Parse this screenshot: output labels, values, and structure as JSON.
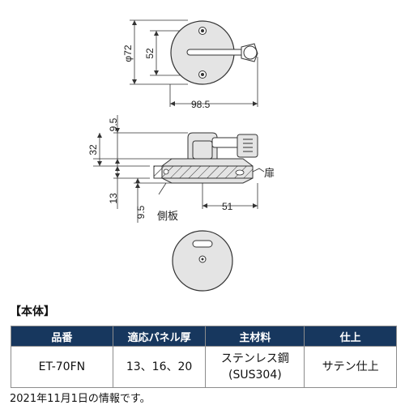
{
  "drawing": {
    "dimensions": {
      "top_view": {
        "diameter": "φ72",
        "hole_pitch": "52",
        "overall_width": "98.5"
      },
      "side_view": {
        "top_offset": "9.5",
        "height": "32",
        "thickness": "13",
        "bottom_offset": "9.5",
        "projection": "51"
      }
    },
    "labels": {
      "door": "扉",
      "side_plate": "側板"
    }
  },
  "section_title": "【本体】",
  "table": {
    "headers": [
      "品番",
      "適応パネル厚",
      "主材料",
      "仕上"
    ],
    "row": {
      "part_number": "ET-70FN",
      "panel_thickness": "13、16、20",
      "material_line1": "ステンレス鋼",
      "material_line2": "(SUS304)",
      "finish": "サテン仕上"
    }
  },
  "footnote": "2021年11月1日の情報です。"
}
